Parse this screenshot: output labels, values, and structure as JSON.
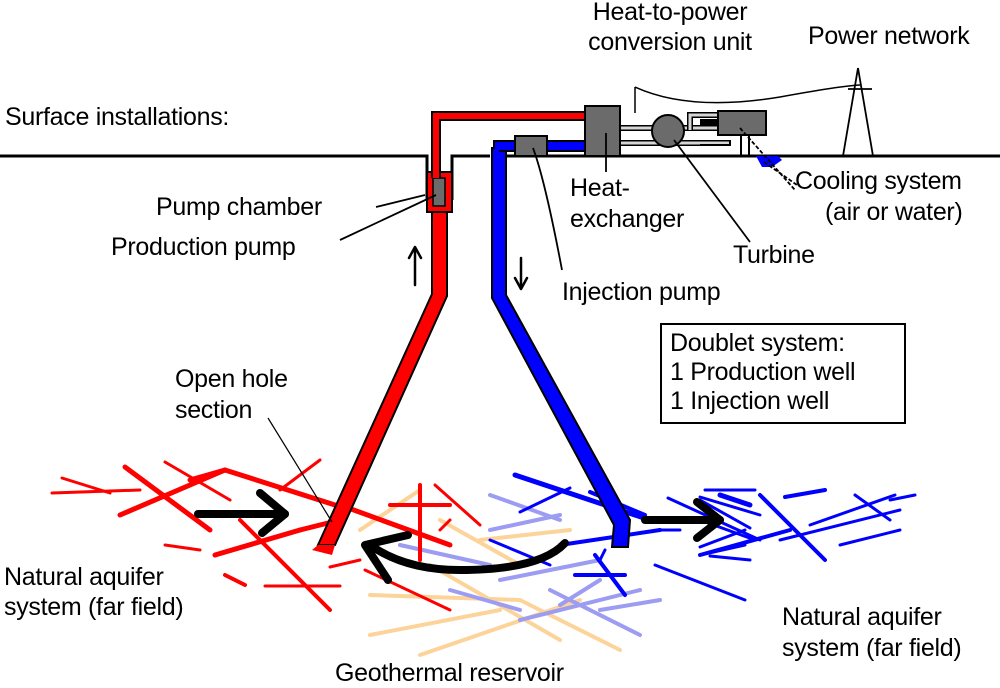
{
  "labels": {
    "surface_installations": "Surface installations:",
    "heat_to_power_line1": "Heat-to-power",
    "heat_to_power_line2": "conversion unit",
    "power_network": "Power network",
    "pump_chamber": "Pump chamber",
    "production_pump": "Production pump",
    "heat_exchanger_line1": "Heat-",
    "heat_exchanger_line2": "exchanger",
    "turbine": "Turbine",
    "cooling_line1": "Cooling system",
    "cooling_line2": "(air or water)",
    "injection_pump": "Injection pump",
    "open_hole_line1": "Open hole",
    "open_hole_line2": "section",
    "aquifer_left_line1": "Natural aquifer",
    "aquifer_left_line2": "system (far field)",
    "aquifer_right_line1": "Natural aquifer",
    "aquifer_right_line2": "system (far field)",
    "geothermal_reservoir": "Geothermal reservoir"
  },
  "doublet_box": {
    "title": "Doublet system:",
    "items": [
      "1 Production well",
      "1 Injection well"
    ]
  },
  "colors": {
    "hot_water": "#ff0000",
    "cold_water": "#0000ff",
    "equipment": "#6b6b6b",
    "hot_fracture_light": "#fcd49a",
    "cold_fracture_light": "#9c9cf2",
    "outline": "#000000"
  }
}
